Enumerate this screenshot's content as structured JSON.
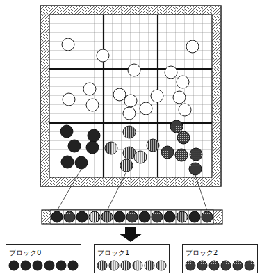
{
  "diagram": {
    "nodes": [
      {
        "text": [
          "ブロック0"
        ]
      },
      {
        "text": [
          "ブロック1"
        ]
      },
      {
        "text": [
          "ブロック2"
        ]
      }
    ]
  }
}
